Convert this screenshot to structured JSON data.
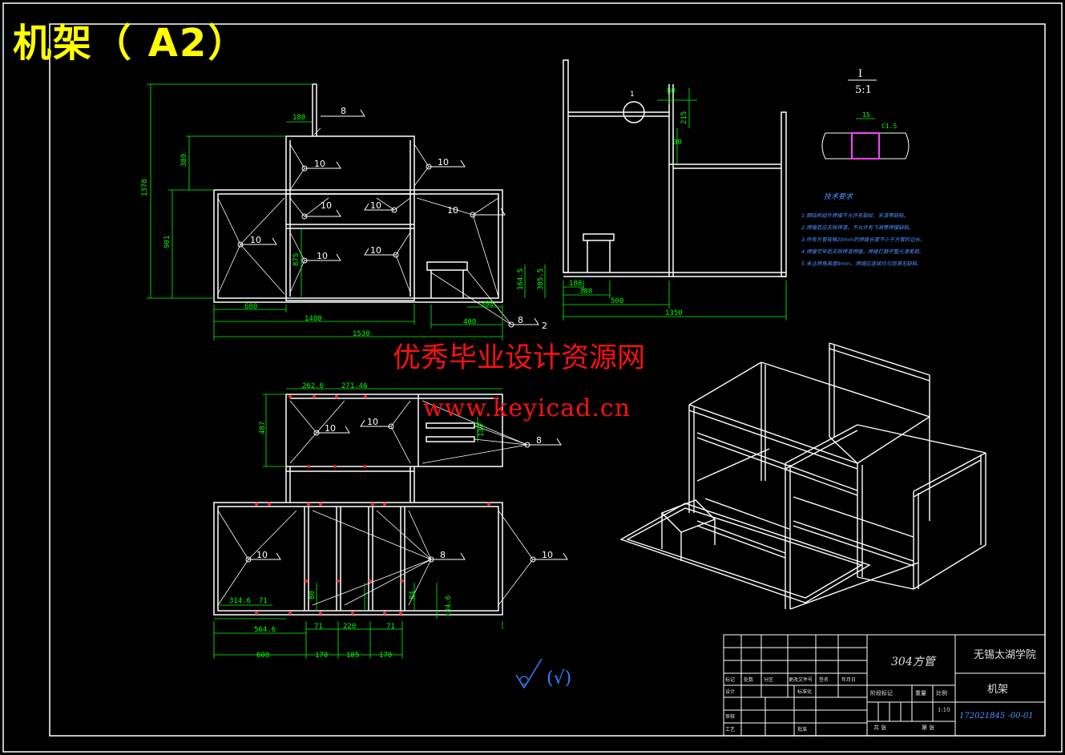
{
  "title": "机架（ A2）",
  "watermark": {
    "line1": "优秀毕业设计资源网",
    "line2": "www.keyicad.cn"
  },
  "colors": {
    "background": "#000000",
    "frame": "#ffffff",
    "title": "#ffff00",
    "dimension": "#00ff00",
    "weld_mark": "#ffffff",
    "watermark": "#ff1010",
    "detail_tube": "#ff40ff",
    "tech_text": "#4080ff"
  },
  "front_view": {
    "dims": {
      "d_180": "180",
      "d_380": "380",
      "d_1378": "1378",
      "d_901": "901",
      "d_875": "875",
      "d_600": "600",
      "d_1400": "1400",
      "d_1530": "1530",
      "d_400": "400",
      "d_300": "300",
      "d_164": "164.5",
      "d_385": "385.5"
    },
    "welds": {
      "w8": "8",
      "w10": "10"
    },
    "part_no": "2"
  },
  "side_view": {
    "dims": {
      "d_80": "80",
      "d_215": "215",
      "d_180": "180",
      "d_380": "380",
      "d_500": "500",
      "d_1350": "1350",
      "d_30": "30"
    },
    "callout": "1"
  },
  "detail": {
    "label_top": "I",
    "label_scale": "5:1",
    "dim_15": "15",
    "weld_note": "C1.5"
  },
  "tech": {
    "heading": "技术要求",
    "items": [
      "1.钢结构组件焊接不允许有裂纹、夹渣等缺陷。",
      "2.焊接后应去除焊渣，不允许有飞溅等焊接缺陷。",
      "3.所有方管规格20mm的焊缝长度不小于方管的边长。",
      "4.焊接完毕后去除焊渣焊瘤，焊缝打磨平整光滑美观。",
      "5.未注焊角高度8mm，焊缝应连续均匀饱满无缺陷。"
    ]
  },
  "top_view": {
    "dims": {
      "d_262": "262.6",
      "d_271": "271.46",
      "d_487": "487",
      "d_130": "130",
      "d_314": "314.6",
      "d_71": "71",
      "d_564": "564.6",
      "d_600": "600",
      "d_170": "170",
      "d_185": "185",
      "d_170b": "170",
      "d_220": "220",
      "d_71b": "71",
      "d_71c": "71",
      "d_80": "80",
      "d_84": "84",
      "d_134": "134.6"
    },
    "welds": {
      "w10": "10",
      "w8": "8"
    }
  },
  "roughness": "(√)",
  "title_block": {
    "material": "304方管",
    "school": "无锡太湖学院",
    "part_name": "机架",
    "drawing_no": "172021845 -00-01",
    "scale": "1:10",
    "headers": [
      "标记",
      "处数",
      "分区",
      "更改文件号",
      "签名",
      "年月日"
    ],
    "row2": [
      "设计",
      "标准化"
    ],
    "row3": [
      "审核"
    ],
    "row4": [
      "工艺",
      "批准"
    ],
    "stage_label": "阶段标记",
    "weight_label": "重量",
    "scale_label": "比例",
    "sheets_total": "共 张",
    "sheet_no": "第 张"
  }
}
